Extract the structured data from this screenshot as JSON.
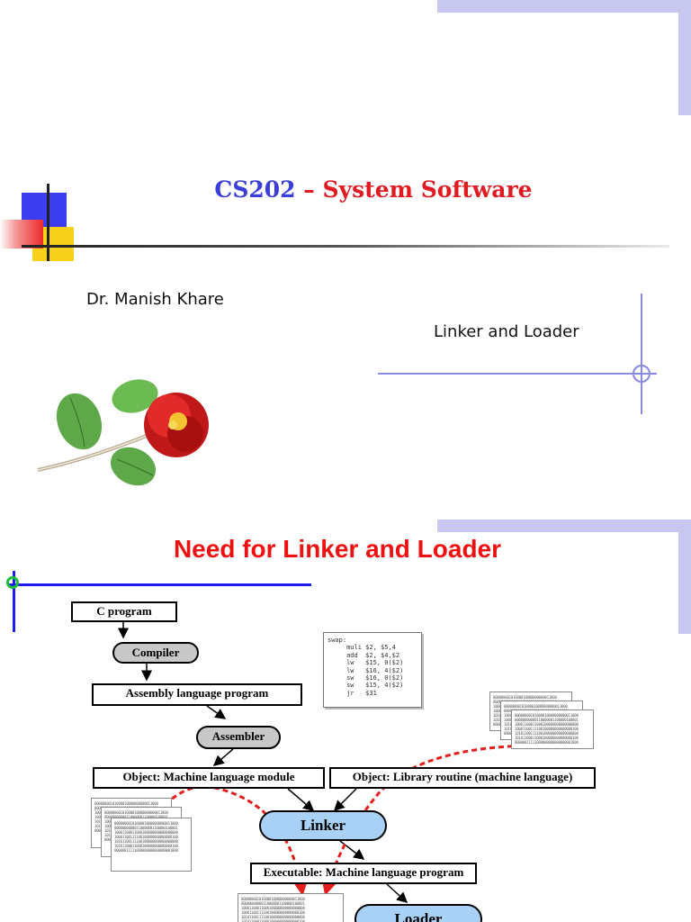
{
  "slide1": {
    "title_course": "CS202",
    "title_dash": " – ",
    "title_subject": "System Software",
    "author": "Dr. Manish Khare",
    "topic": "Linker and Loader",
    "colors": {
      "course": "#3a3fd9",
      "accent": "#e01b22",
      "frame": "#c7c7ef",
      "line": "#8a8ae6"
    }
  },
  "slide2": {
    "title": "Need for Linker and Loader",
    "diagram": {
      "c_program": "C program",
      "compiler": "Compiler",
      "assembly_program": "Assembly language program",
      "assembler": "Assembler",
      "object_module": "Object: Machine language module",
      "object_library": "Object: Library routine (machine language)",
      "linker": "Linker",
      "executable": "Executable: Machine language program",
      "loader": "Loader",
      "assembly_listing": "swap:\n     muli $2, $5,4\n     add  $2, $4,$2\n     lw   $15, 0($2)\n     lw   $16, 4($2)\n     sw   $16, 0($2)\n     sw   $15, 4($2)\n     jr   $31",
      "binary_block": "00000000101000010000000000011000\n00000000000110000001100000100001\n10001100011000100000000000000000\n10001100111100100000000000000100\n10101100111100100000000000000000\n10101100011000100000000000000100\n00000011111000000000000000001000"
    }
  }
}
